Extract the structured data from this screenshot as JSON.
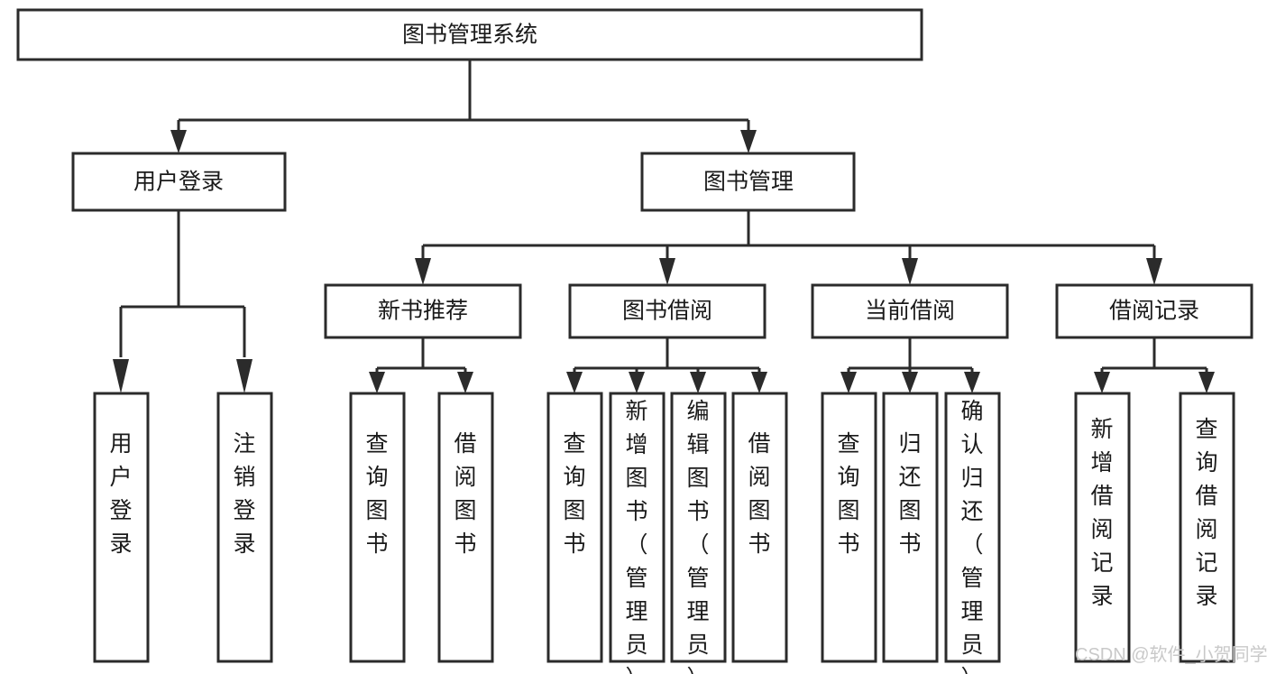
{
  "diagram": {
    "type": "hierarchy-tree",
    "title": "图书管理系统",
    "orientation": "top-down",
    "levels": 4,
    "root": {
      "id": "root",
      "label": "图书管理系统",
      "text_orientation": "horizontal"
    },
    "level2": [
      {
        "id": "user-login",
        "label": "用户登录",
        "text_orientation": "horizontal"
      },
      {
        "id": "book-management",
        "label": "图书管理",
        "text_orientation": "horizontal"
      }
    ],
    "level3": [
      {
        "id": "new-book-recommend",
        "label": "新书推荐",
        "parent": "book-management",
        "text_orientation": "horizontal"
      },
      {
        "id": "book-borrow",
        "label": "图书借阅",
        "parent": "book-management",
        "text_orientation": "horizontal"
      },
      {
        "id": "current-borrow",
        "label": "当前借阅",
        "parent": "book-management",
        "text_orientation": "horizontal"
      },
      {
        "id": "borrow-record",
        "label": "借阅记录",
        "parent": "book-management",
        "text_orientation": "horizontal"
      }
    ],
    "leaves": [
      {
        "id": "leaf-user-login",
        "label": "用户登录",
        "parent": "user-login",
        "text_orientation": "vertical"
      },
      {
        "id": "leaf-logout",
        "label": "注销登录",
        "parent": "user-login",
        "text_orientation": "vertical"
      },
      {
        "id": "leaf-query-book-1",
        "label": "查询图书",
        "parent": "new-book-recommend",
        "text_orientation": "vertical"
      },
      {
        "id": "leaf-borrow-book-1",
        "label": "借阅图书",
        "parent": "new-book-recommend",
        "text_orientation": "vertical"
      },
      {
        "id": "leaf-query-book-2",
        "label": "查询图书",
        "parent": "book-borrow",
        "text_orientation": "vertical"
      },
      {
        "id": "leaf-add-book",
        "label": "新增图书（管理员）",
        "parent": "book-borrow",
        "text_orientation": "vertical"
      },
      {
        "id": "leaf-edit-book",
        "label": "编辑图书（管理员）",
        "parent": "book-borrow",
        "text_orientation": "vertical"
      },
      {
        "id": "leaf-borrow-book-2",
        "label": "借阅图书",
        "parent": "book-borrow",
        "text_orientation": "vertical"
      },
      {
        "id": "leaf-query-book-3",
        "label": "查询图书",
        "parent": "current-borrow",
        "text_orientation": "vertical"
      },
      {
        "id": "leaf-return-book",
        "label": "归还图书",
        "parent": "current-borrow",
        "text_orientation": "vertical"
      },
      {
        "id": "leaf-confirm-return",
        "label": "确认归还（管理员）",
        "parent": "current-borrow",
        "text_orientation": "vertical"
      },
      {
        "id": "leaf-add-record",
        "label": "新增借阅记录",
        "parent": "borrow-record",
        "text_orientation": "vertical"
      },
      {
        "id": "leaf-query-record",
        "label": "查询借阅记录",
        "parent": "borrow-record",
        "text_orientation": "vertical"
      }
    ],
    "colors": {
      "box_fill": "#ffffff",
      "box_stroke": "#2b2b2b",
      "text": "#1a1a1a",
      "connector": "#2b2b2b",
      "background": "#ffffff",
      "watermark": "#c9c9c9"
    }
  },
  "watermark": {
    "text": "CSDN @软件_小贺同学"
  }
}
